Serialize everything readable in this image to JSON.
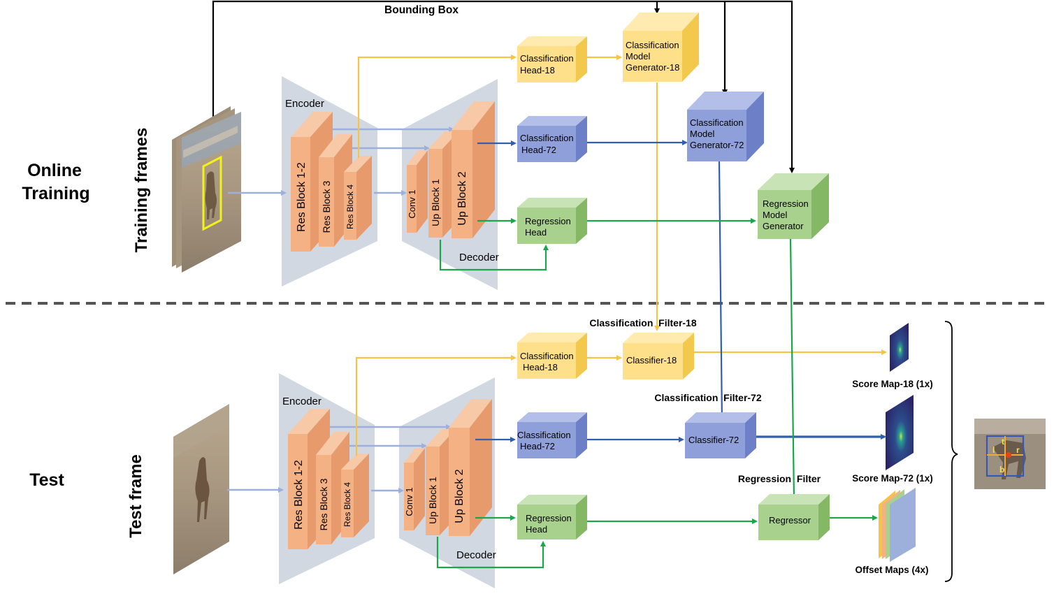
{
  "sections": {
    "online_training": [
      "Online",
      "Training"
    ],
    "training_frames": "Training  frames",
    "test": "Test",
    "test_frame": "Test  frame"
  },
  "top": {
    "bounding_box": "Bounding Box"
  },
  "train": {
    "encoder": "Encoder",
    "decoder": "Decoder",
    "res12": "Res Block 1-2",
    "res3": "Res Block 3",
    "res4": "Res Block 4",
    "conv1": "Conv 1",
    "up1": "Up Block 1",
    "up2": "Up Block 2",
    "cls_head_18": [
      "Classification",
      "Head-18"
    ],
    "cls_head_72": [
      "Classification",
      "Head-72"
    ],
    "reg_head": [
      "Regression",
      "Head"
    ],
    "cls_gen_18": [
      "Classification",
      "Model",
      "Generator-18"
    ],
    "cls_gen_72": [
      "Classification",
      "Model",
      "Generator-72"
    ],
    "reg_gen": [
      "Regression",
      "Model",
      "Generator"
    ]
  },
  "test": {
    "encoder": "Encoder",
    "decoder": "Decoder",
    "res12": "Res Block 1-2",
    "res3": "Res Block 3",
    "res4": "Res Block 4",
    "conv1": "Conv 1",
    "up1": "Up Block 1",
    "up2": "Up Block 2",
    "cls_head_18": [
      "Classification",
      "Head-18"
    ],
    "cls_head_72": [
      "Classification",
      "Head-72"
    ],
    "reg_head": [
      "Regression",
      "Head"
    ],
    "classifier_18": "Classifier-18",
    "classifier_72": "Classifier-72",
    "regressor": "Regressor",
    "cls_filter_18": "Classification  Filter-18",
    "cls_filter_72": "Classification  Filter-72",
    "reg_filter": "Regression  Filter",
    "score_map_18": "Score Map-18 (1x)",
    "score_map_72": "Score Map-72 (1x)",
    "offset_maps": "Offset Maps (4x)"
  },
  "result_letters": {
    "t": "t",
    "l": "l",
    "r": "r",
    "b": "b"
  },
  "colors": {
    "orange_face": "#f4b183",
    "yellow_face": "#ffe08a",
    "blue_face": "#8f9fd9",
    "green_face": "#a9d18e",
    "yellow_line": "#f6c343",
    "blue_line": "#2f5fae",
    "green_line": "#1aa64a",
    "light_arrow": "#9db0dc",
    "trapezoid": "#d2d8e2"
  }
}
